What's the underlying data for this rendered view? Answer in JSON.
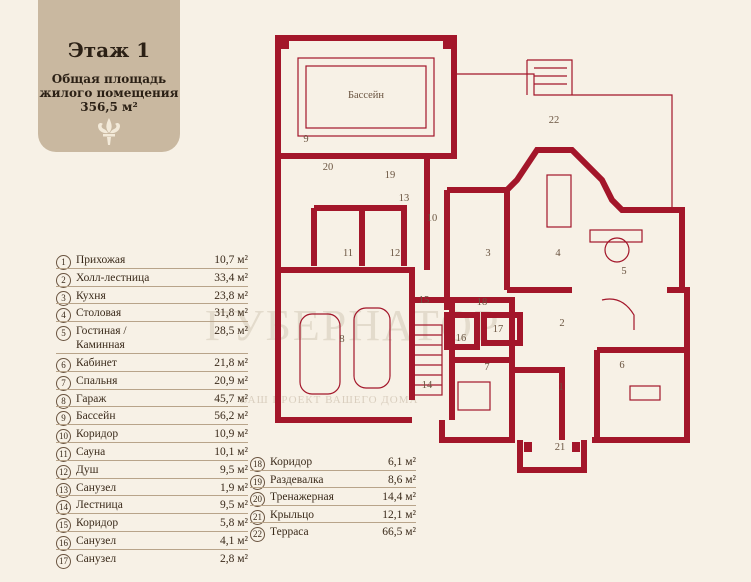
{
  "plaque": {
    "title": "Этаж 1",
    "subtitle_line1": "Общая площадь",
    "subtitle_line2": "жилого помещения",
    "subtitle_line3": "356,5 м²"
  },
  "watermark": {
    "main": "ГУБЕРНАТОР",
    "sub": "ВАШ ПРОЕКТ ВАШЕГО ДОМА"
  },
  "plan_labels": {
    "pool": "Бассейн"
  },
  "rooms_left": [
    {
      "num": "1",
      "name": "Прихожая",
      "area": "10,7 м²"
    },
    {
      "num": "2",
      "name": "Холл-лестница",
      "area": "33,4 м²"
    },
    {
      "num": "3",
      "name": "Кухня",
      "area": "23,8 м²"
    },
    {
      "num": "4",
      "name": "Столовая",
      "area": "31,8 м²"
    },
    {
      "num": "5",
      "name": "Гостиная /",
      "name2": "Каминная",
      "area": "28,5 м²"
    },
    {
      "num": "6",
      "name": "Кабинет",
      "area": "21,8 м²"
    },
    {
      "num": "7",
      "name": "Спальня",
      "area": "20,9 м²"
    },
    {
      "num": "8",
      "name": "Гараж",
      "area": "45,7 м²"
    },
    {
      "num": "9",
      "name": "Бассейн",
      "area": "56,2 м²"
    },
    {
      "num": "10",
      "name": "Коридор",
      "area": "10,9 м²"
    },
    {
      "num": "11",
      "name": "Сауна",
      "area": "10,1 м²"
    },
    {
      "num": "12",
      "name": "Душ",
      "area": "9,5 м²"
    },
    {
      "num": "13",
      "name": "Санузел",
      "area": "1,9 м²"
    },
    {
      "num": "14",
      "name": "Лестница",
      "area": "9,5 м²"
    },
    {
      "num": "15",
      "name": "Коридор",
      "area": "5,8 м²"
    },
    {
      "num": "16",
      "name": "Санузел",
      "area": "4,1 м²"
    },
    {
      "num": "17",
      "name": "Санузел",
      "area": "2,8 м²"
    }
  ],
  "rooms_right": [
    {
      "num": "18",
      "name": "Коридор",
      "area": "6,1 м²"
    },
    {
      "num": "19",
      "name": "Раздевалка",
      "area": "8,6 м²"
    },
    {
      "num": "20",
      "name": "Тренажерная",
      "area": "14,4 м²"
    },
    {
      "num": "21",
      "name": "Крыльцо",
      "area": "12,1 м²"
    },
    {
      "num": "22",
      "name": "Терраса",
      "area": "66,5 м²"
    }
  ],
  "colors": {
    "wall": "#a3162a",
    "plaque": "#c9b8a0",
    "background": "#f7f1e6"
  }
}
